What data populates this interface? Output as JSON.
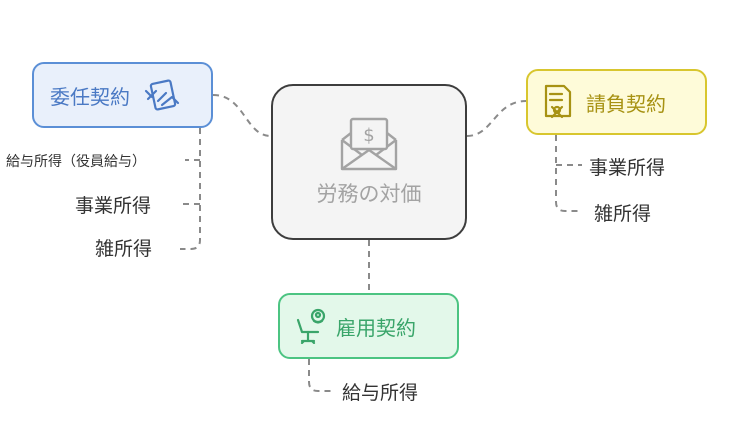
{
  "center": {
    "title": "労務の対価",
    "icon": "money-envelope-icon"
  },
  "nodes": {
    "inin": {
      "title": "委任契約",
      "icon": "handshake-document-icon",
      "border_color": "#5b8fd6",
      "fill_color": "#e9f0fb",
      "leaves": [
        "給与所得（役員給与）",
        "事業所得",
        "雑所得"
      ]
    },
    "ukeoi": {
      "title": "請負契約",
      "icon": "contract-scroll-icon",
      "border_color": "#d8c62e",
      "fill_color": "#fefbd9",
      "leaves": [
        "事業所得",
        "雑所得"
      ]
    },
    "koyo": {
      "title": "雇用契約",
      "icon": "employee-chair-icon",
      "border_color": "#4cc482",
      "fill_color": "#e3f8ea",
      "leaves": [
        "給与所得"
      ]
    }
  },
  "connector_color": "#8a8a8a"
}
